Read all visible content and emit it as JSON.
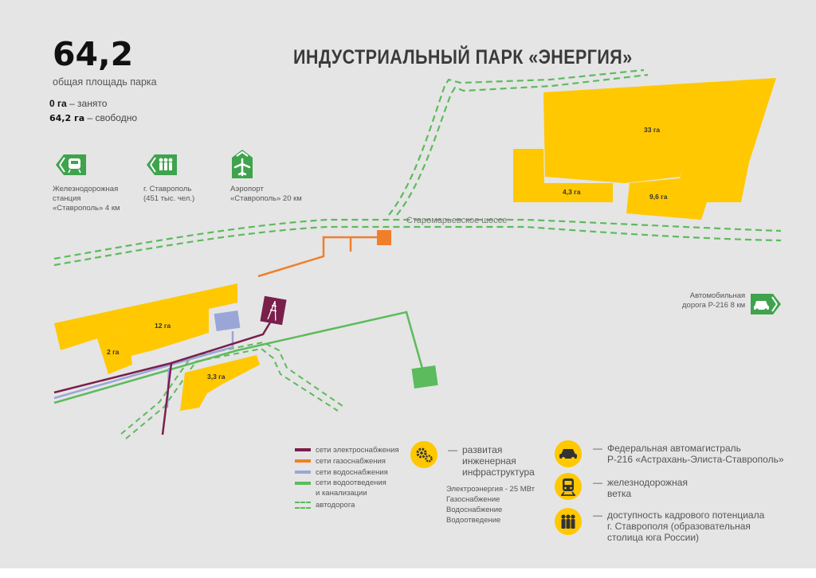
{
  "header": {
    "total_area": "64,2",
    "total_area_label": "общая площадь парка",
    "occupied_value": "0 га",
    "occupied_label": "– занято",
    "free_value": "64,2 га",
    "free_label": "– свободно",
    "title": "ИНДУСТРИАЛЬНЫЙ ПАРК «ЭНЕРГИЯ»"
  },
  "distances": [
    {
      "icon": "train-icon",
      "text": [
        "Железнодорожная",
        "станция",
        "«Ставрополь» 4 км"
      ]
    },
    {
      "icon": "people-icon",
      "text": [
        "г. Ставрополь",
        "(451 тыс. чел.)"
      ]
    },
    {
      "icon": "airplane-icon",
      "text": [
        "Аэропорт",
        "«Ставрополь» 20 км"
      ]
    }
  ],
  "highway": {
    "icon": "car-icon",
    "text": [
      "Автомобильная",
      "дорога Р-216 8 км"
    ]
  },
  "road_name": "Старомарьевское шоссе",
  "plots": [
    {
      "id": "33",
      "label": "33 га"
    },
    {
      "id": "4_3",
      "label": "4,3 га"
    },
    {
      "id": "9_6",
      "label": "9,6 га"
    },
    {
      "id": "12",
      "label": "12 га"
    },
    {
      "id": "2",
      "label": "2 га"
    },
    {
      "id": "3_3",
      "label": "3,3 га"
    }
  ],
  "legend": [
    {
      "color": "#7a1f4b",
      "label": [
        "сети электроснабжения"
      ]
    },
    {
      "color": "#f07f2c",
      "label": [
        "сети газоснабжения"
      ]
    },
    {
      "color": "#9aa6d8",
      "label": [
        "сети водоснабжения"
      ]
    },
    {
      "color": "#5cbb5c",
      "label": [
        "сети водоотведения",
        "и канализации"
      ]
    },
    {
      "color": "#5cbb5c",
      "dashed": true,
      "label": [
        "автодорога"
      ]
    }
  ],
  "infrastructure": {
    "icon": "gears-icon",
    "dash": "—",
    "title": [
      "развитая",
      "инженерная",
      "инфраструктура"
    ],
    "details": [
      "Электроэнергия - 25 МВт",
      "Газоснабжение",
      "Водоснабжение",
      "Водоотведение"
    ]
  },
  "features": [
    {
      "icon": "car-icon",
      "text": [
        "Федеральная автомагистраль",
        "Р-216 «Астрахань-Элиста-Ставрополь»"
      ]
    },
    {
      "icon": "train-icon",
      "text": [
        "железнодорожная",
        "ветка"
      ]
    },
    {
      "icon": "people-icon",
      "text": [
        "доступность кадрового потенциала",
        "г. Ставрополя (образовательная",
        "столица юга России)"
      ]
    }
  ],
  "colors": {
    "plot": "#ffc800",
    "electric": "#7a1f4b",
    "gas": "#f07f2c",
    "water": "#9aa6d8",
    "sewer": "#5cbb5c",
    "road": "#5cbb5c",
    "sign_green": "#3fa34d"
  }
}
